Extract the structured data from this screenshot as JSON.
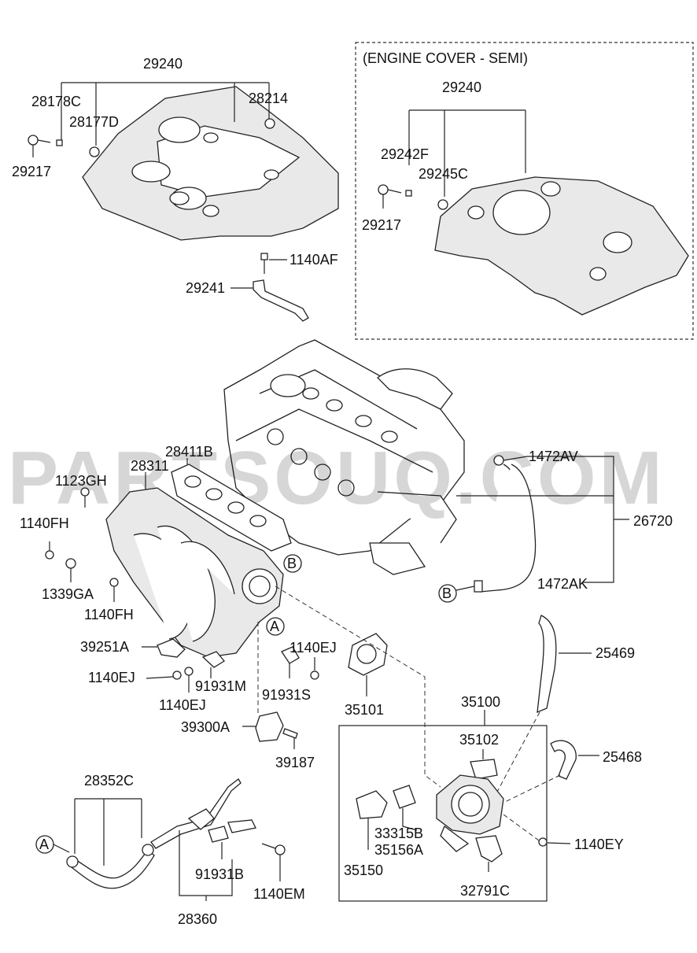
{
  "watermark": "PARTSOUQ.COM",
  "semi_cover_header": "(ENGINE COVER - SEMI)",
  "callouts": {
    "A_left": "A",
    "A_manifold": "A",
    "B_manifold": "B",
    "B_hose": "B"
  },
  "labels": {
    "p29240_top": "29240",
    "p28178C": "28178C",
    "p28177D": "28177D",
    "p28214": "28214",
    "p29217_left": "29217",
    "p1140AF": "1140AF",
    "p29241": "29241",
    "p29240_semi": "29240",
    "p29242F": "29242F",
    "p29245C": "29245C",
    "p29217_semi": "29217",
    "p28411B": "28411B",
    "p28311": "28311",
    "p1123GH": "1123GH",
    "p1140FH_a": "1140FH",
    "p1339GA": "1339GA",
    "p1140FH_b": "1140FH",
    "p1472AV": "1472AV",
    "p26720": "26720",
    "p1472AK": "1472AK",
    "p39251A": "39251A",
    "p1140EJ_a": "1140EJ",
    "p1140EJ_b": "1140EJ",
    "p1140EJ_c": "1140EJ",
    "p91931M": "91931M",
    "p91931S": "91931S",
    "p35101": "35101",
    "p39300A": "39300A",
    "p39187": "39187",
    "p25469": "25469",
    "p35100": "35100",
    "p35102": "35102",
    "p25468": "25468",
    "p33315B": "33315B",
    "p35156A": "35156A",
    "p35150": "35150",
    "p1140EY": "1140EY",
    "p32791C": "32791C",
    "p28352C": "28352C",
    "p91931B": "91931B",
    "p1140EM": "1140EM",
    "p28360": "28360"
  }
}
